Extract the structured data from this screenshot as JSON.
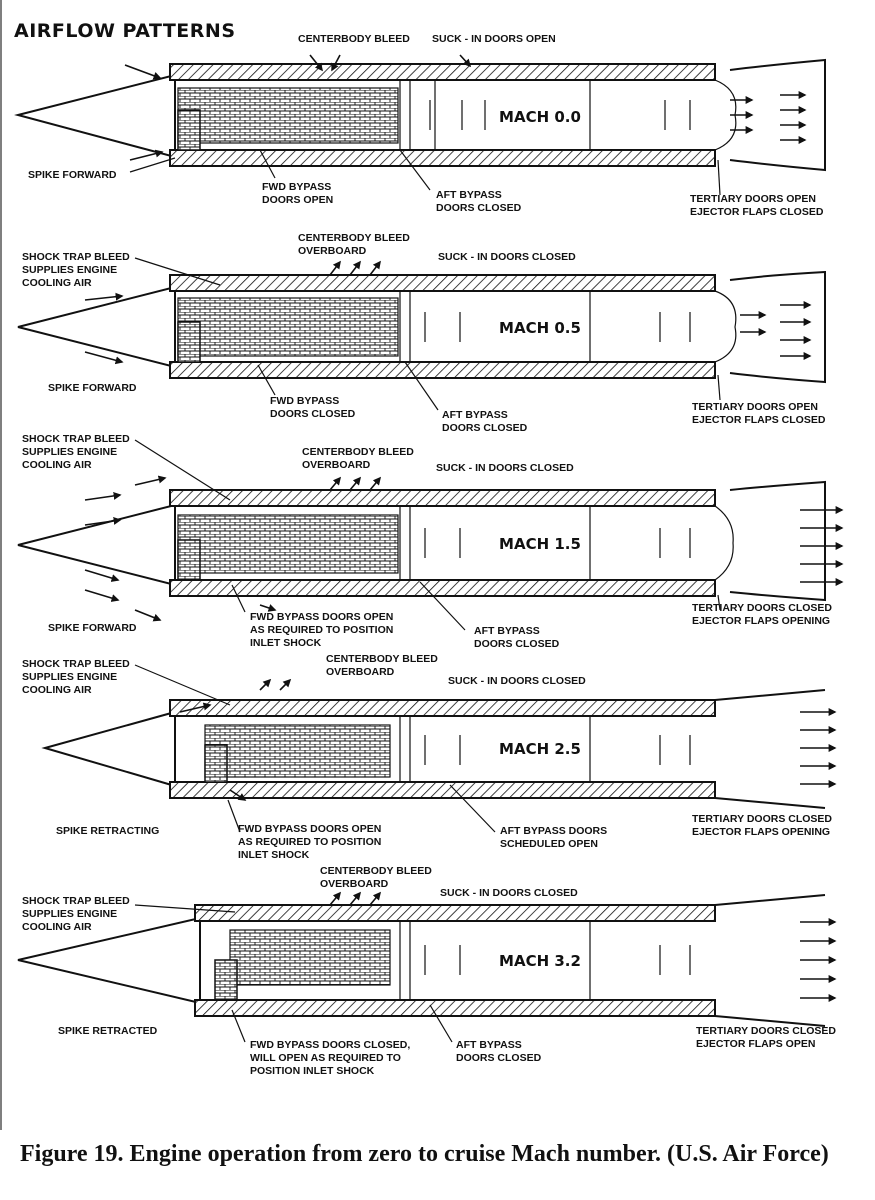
{
  "title": "AIRFLOW PATTERNS",
  "caption": "Figure 19. Engine operation from zero to cruise Mach number. (U.S. Air Force)",
  "panels": [
    {
      "mach": "MACH 0.0",
      "labels": [
        {
          "lines": [
            "CENTERBODY BLEED"
          ]
        },
        {
          "lines": [
            "SUCK - IN DOORS OPEN"
          ]
        },
        {
          "lines": [
            "SPIKE FORWARD"
          ]
        },
        {
          "lines": [
            "FWD BYPASS",
            "DOORS OPEN"
          ]
        },
        {
          "lines": [
            "AFT BYPASS",
            "DOORS CLOSED"
          ]
        },
        {
          "lines": [
            "TERTIARY DOORS OPEN",
            "EJECTOR FLAPS CLOSED"
          ]
        }
      ]
    },
    {
      "mach": "MACH 0.5",
      "labels": [
        {
          "lines": [
            "SHOCK TRAP BLEED",
            "SUPPLIES ENGINE",
            "COOLING AIR"
          ]
        },
        {
          "lines": [
            "CENTERBODY BLEED",
            "OVERBOARD"
          ]
        },
        {
          "lines": [
            "SUCK - IN DOORS CLOSED"
          ]
        },
        {
          "lines": [
            "SPIKE FORWARD"
          ]
        },
        {
          "lines": [
            "FWD BYPASS",
            "DOORS CLOSED"
          ]
        },
        {
          "lines": [
            "AFT BYPASS",
            "DOORS CLOSED"
          ]
        },
        {
          "lines": [
            "TERTIARY DOORS OPEN",
            "EJECTOR FLAPS CLOSED"
          ]
        }
      ]
    },
    {
      "mach": "MACH 1.5",
      "labels": [
        {
          "lines": [
            "SHOCK TRAP BLEED",
            "SUPPLIES ENGINE",
            "COOLING AIR"
          ]
        },
        {
          "lines": [
            "CENTERBODY BLEED",
            "OVERBOARD"
          ]
        },
        {
          "lines": [
            "SUCK - IN DOORS CLOSED"
          ]
        },
        {
          "lines": [
            "SPIKE FORWARD"
          ]
        },
        {
          "lines": [
            "FWD BYPASS DOORS OPEN",
            "AS REQUIRED TO POSITION",
            "INLET SHOCK"
          ]
        },
        {
          "lines": [
            "AFT BYPASS",
            "DOORS CLOSED"
          ]
        },
        {
          "lines": [
            "TERTIARY DOORS CLOSED",
            "EJECTOR FLAPS OPENING"
          ]
        }
      ]
    },
    {
      "mach": "MACH 2.5",
      "labels": [
        {
          "lines": [
            "SHOCK TRAP BLEED",
            "SUPPLIES ENGINE",
            "COOLING AIR"
          ]
        },
        {
          "lines": [
            "CENTERBODY BLEED",
            "OVERBOARD"
          ]
        },
        {
          "lines": [
            "SUCK - IN DOORS CLOSED"
          ]
        },
        {
          "lines": [
            "SPIKE RETRACTING"
          ]
        },
        {
          "lines": [
            "FWD BYPASS DOORS OPEN",
            "AS REQUIRED TO POSITION",
            "INLET SHOCK"
          ]
        },
        {
          "lines": [
            "AFT BYPASS DOORS",
            "SCHEDULED OPEN"
          ]
        },
        {
          "lines": [
            "TERTIARY DOORS CLOSED",
            "EJECTOR FLAPS OPENING"
          ]
        }
      ]
    },
    {
      "mach": "MACH 3.2",
      "labels": [
        {
          "lines": [
            "SHOCK TRAP BLEED",
            "SUPPLIES ENGINE",
            "COOLING AIR"
          ]
        },
        {
          "lines": [
            "CENTERBODY BLEED",
            "OVERBOARD"
          ]
        },
        {
          "lines": [
            "SUCK - IN DOORS CLOSED"
          ]
        },
        {
          "lines": [
            "SPIKE RETRACTED"
          ]
        },
        {
          "lines": [
            "FWD BYPASS DOORS CLOSED,",
            "WILL OPEN AS REQUIRED TO",
            "POSITION INLET SHOCK"
          ]
        },
        {
          "lines": [
            "AFT BYPASS",
            "DOORS CLOSED"
          ]
        },
        {
          "lines": [
            "TERTIARY DOORS CLOSED",
            "EJECTOR FLAPS OPEN"
          ]
        }
      ]
    }
  ]
}
